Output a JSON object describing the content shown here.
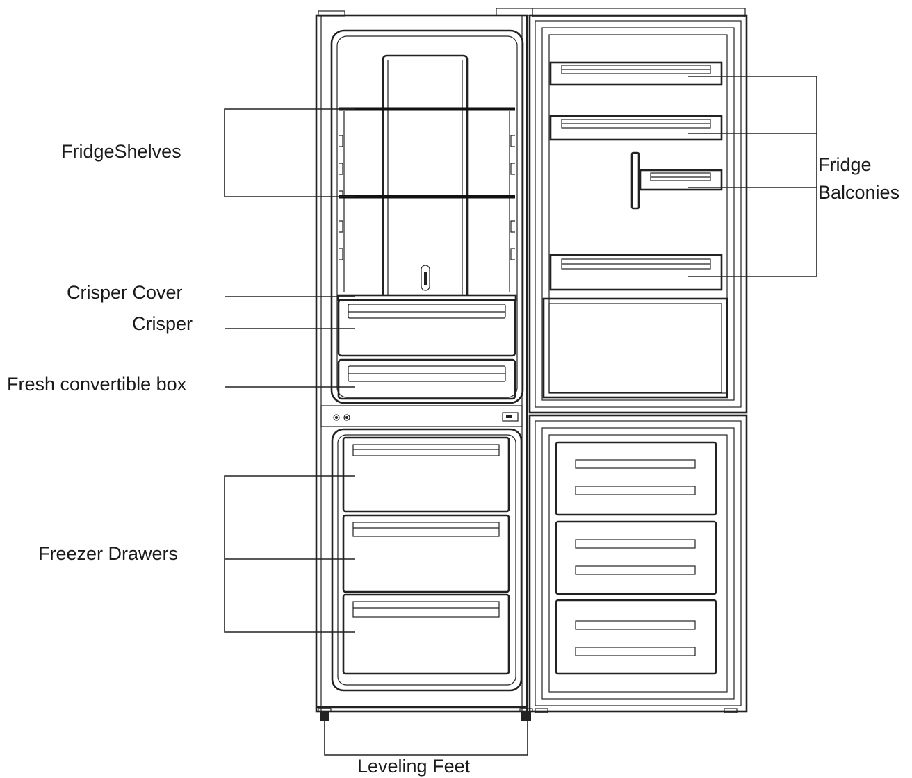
{
  "labels": {
    "fridge_shelves": "FridgeShelves",
    "fridge_balconies_line1": "Fridge",
    "fridge_balconies_line2": "Balconies",
    "crisper_cover": "Crisper Cover",
    "crisper": "Crisper",
    "fresh_convertible_box": "Fresh convertible box",
    "freezer_drawers": "Freezer Drawers",
    "leveling_feet": "Leveling Feet"
  },
  "colors": {
    "line": "#222222",
    "text": "#1a1a1a",
    "background": "#ffffff"
  }
}
